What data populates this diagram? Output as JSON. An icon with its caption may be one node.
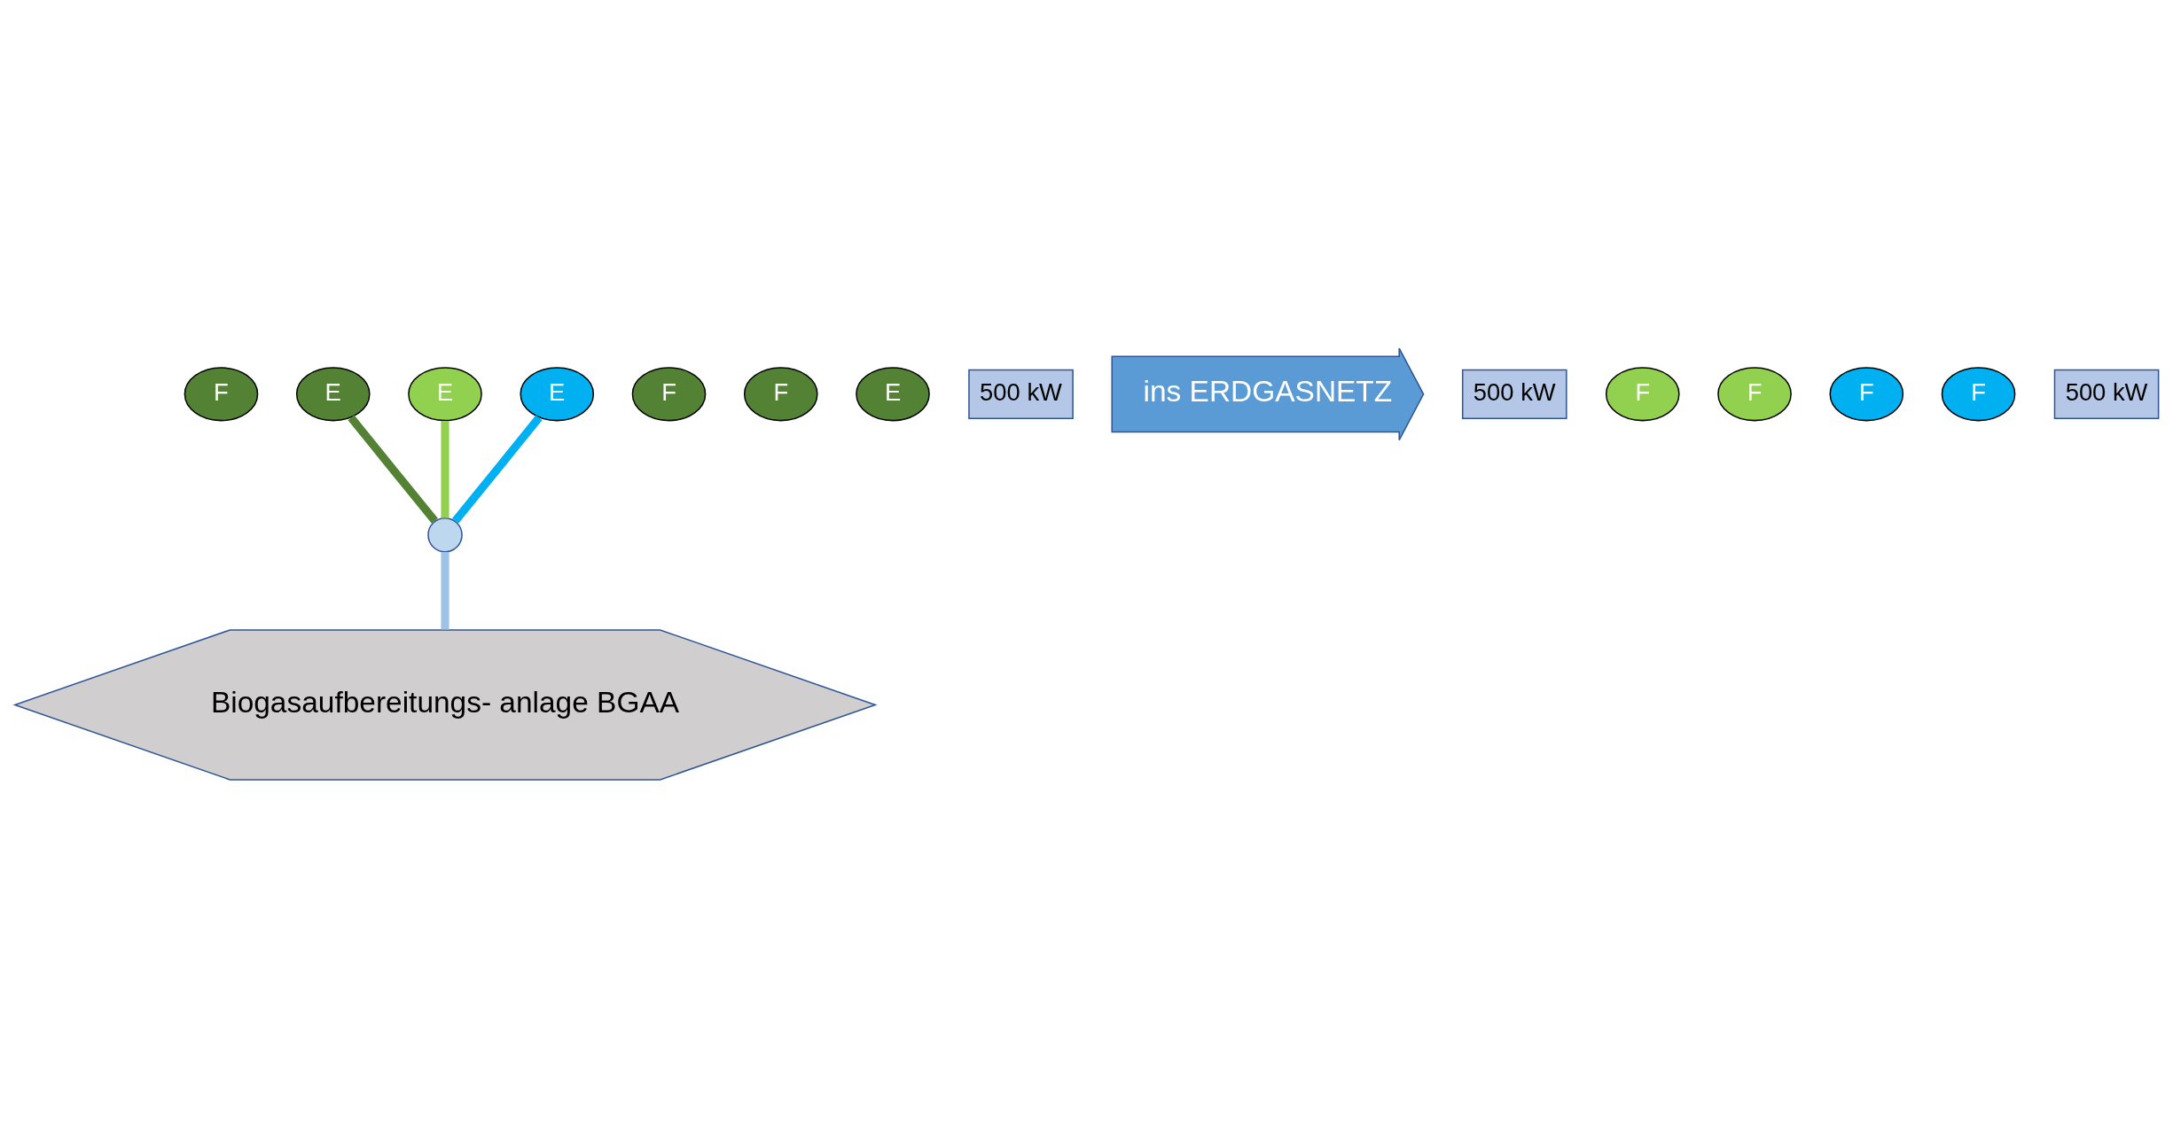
{
  "diagram": {
    "nodes": [
      {
        "text": [
          "F"
        ]
      },
      {
        "text": [
          "E"
        ]
      },
      {
        "text": [
          "F"
        ]
      },
      {
        "text": [
          "F"
        ]
      },
      {
        "text": [
          "E"
        ]
      },
      {
        "text": [
          "500 kW"
        ]
      },
      {
        "text": [
          "Biogasaufbereitungs- anlage BGAA"
        ]
      },
      {
        "text": [
          "ins ERDGASNETZ"
        ]
      },
      {
        "text": [],
        "shape": "circle"
      },
      {
        "text": [
          "500 kW"
        ]
      },
      {
        "text": [
          "E"
        ]
      },
      {
        "text": [
          "F"
        ]
      },
      {
        "text": [
          "F"
        ]
      },
      {
        "text": [
          "F"
        ]
      },
      {
        "text": [
          "F"
        ]
      },
      {
        "text": [
          "500 kW"
        ]
      },
      {
        "text": [
          "E"
        ]
      }
    ],
    "edges": [
      {
        "from": 1,
        "to": 8,
        "arrow": "none",
        "color": "#548235"
      },
      {
        "from": 8,
        "to": 6,
        "arrow": "none",
        "color": "#9dc3e6"
      },
      {
        "from": 10,
        "to": 8,
        "arrow": "none",
        "color": "#92d050"
      },
      {
        "from": 16,
        "to": 8,
        "arrow": "none",
        "color": "#00b0f0"
      }
    ]
  }
}
